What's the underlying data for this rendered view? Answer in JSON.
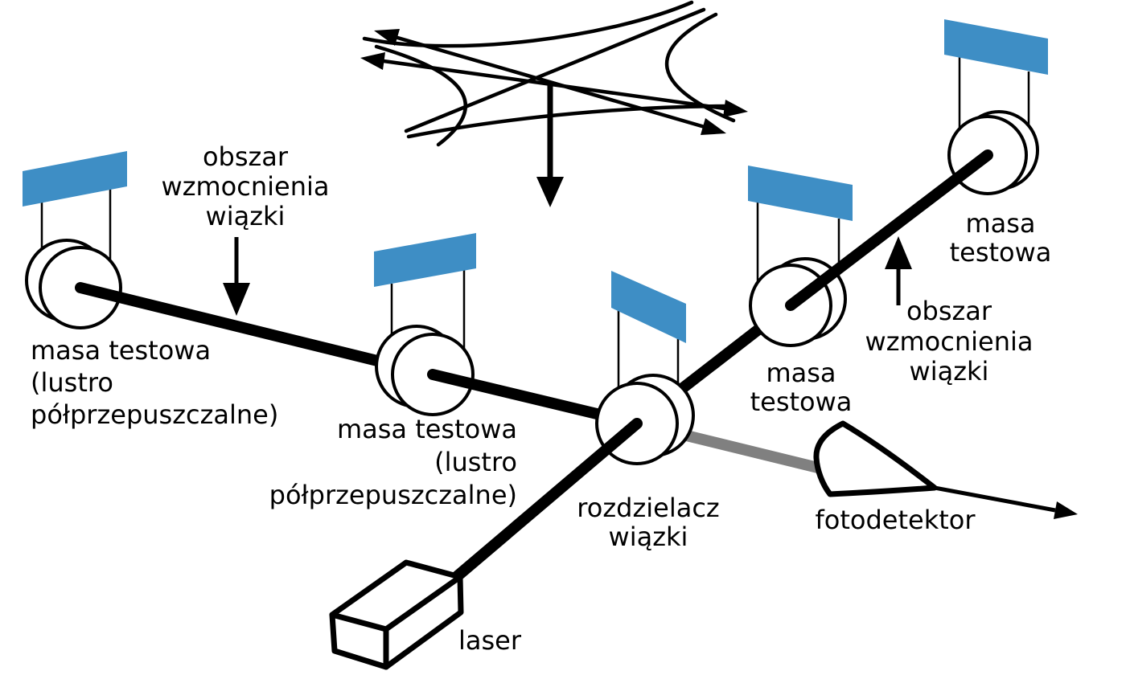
{
  "labels": {
    "amplification_left": [
      "obszar",
      "wzmocnienia",
      "wiązki"
    ],
    "amplification_right": [
      "obszar",
      "wzmocnienia",
      "wiązki"
    ],
    "test_mass_far_left": [
      "masa testowa",
      "(lustro",
      "półprzepuszczalne)"
    ],
    "test_mass_inner_left": [
      "masa testowa",
      "(lustro",
      "półprzepuszczalne)"
    ],
    "beam_splitter": [
      "rozdzielacz",
      "wiązki"
    ],
    "test_mass_inner_right": [
      "masa",
      "testowa"
    ],
    "test_mass_far_right": [
      "masa",
      "testowa"
    ],
    "photodetector": "fotodetektor",
    "laser": "laser"
  },
  "colors": {
    "suspension_blue": "#3E8EC5",
    "beam_black": "#000000",
    "output_beam_gray": "#808080",
    "background": "#FFFFFF"
  },
  "icons": {
    "gravitational_wave_symbol": "crossed arrows with hyperbolae",
    "propagation_arrow": "down-arrow",
    "gain_region_arrow_left": "down-arrow",
    "gain_region_arrow_right": "up-arrow",
    "output_arrow": "right-arrow"
  }
}
